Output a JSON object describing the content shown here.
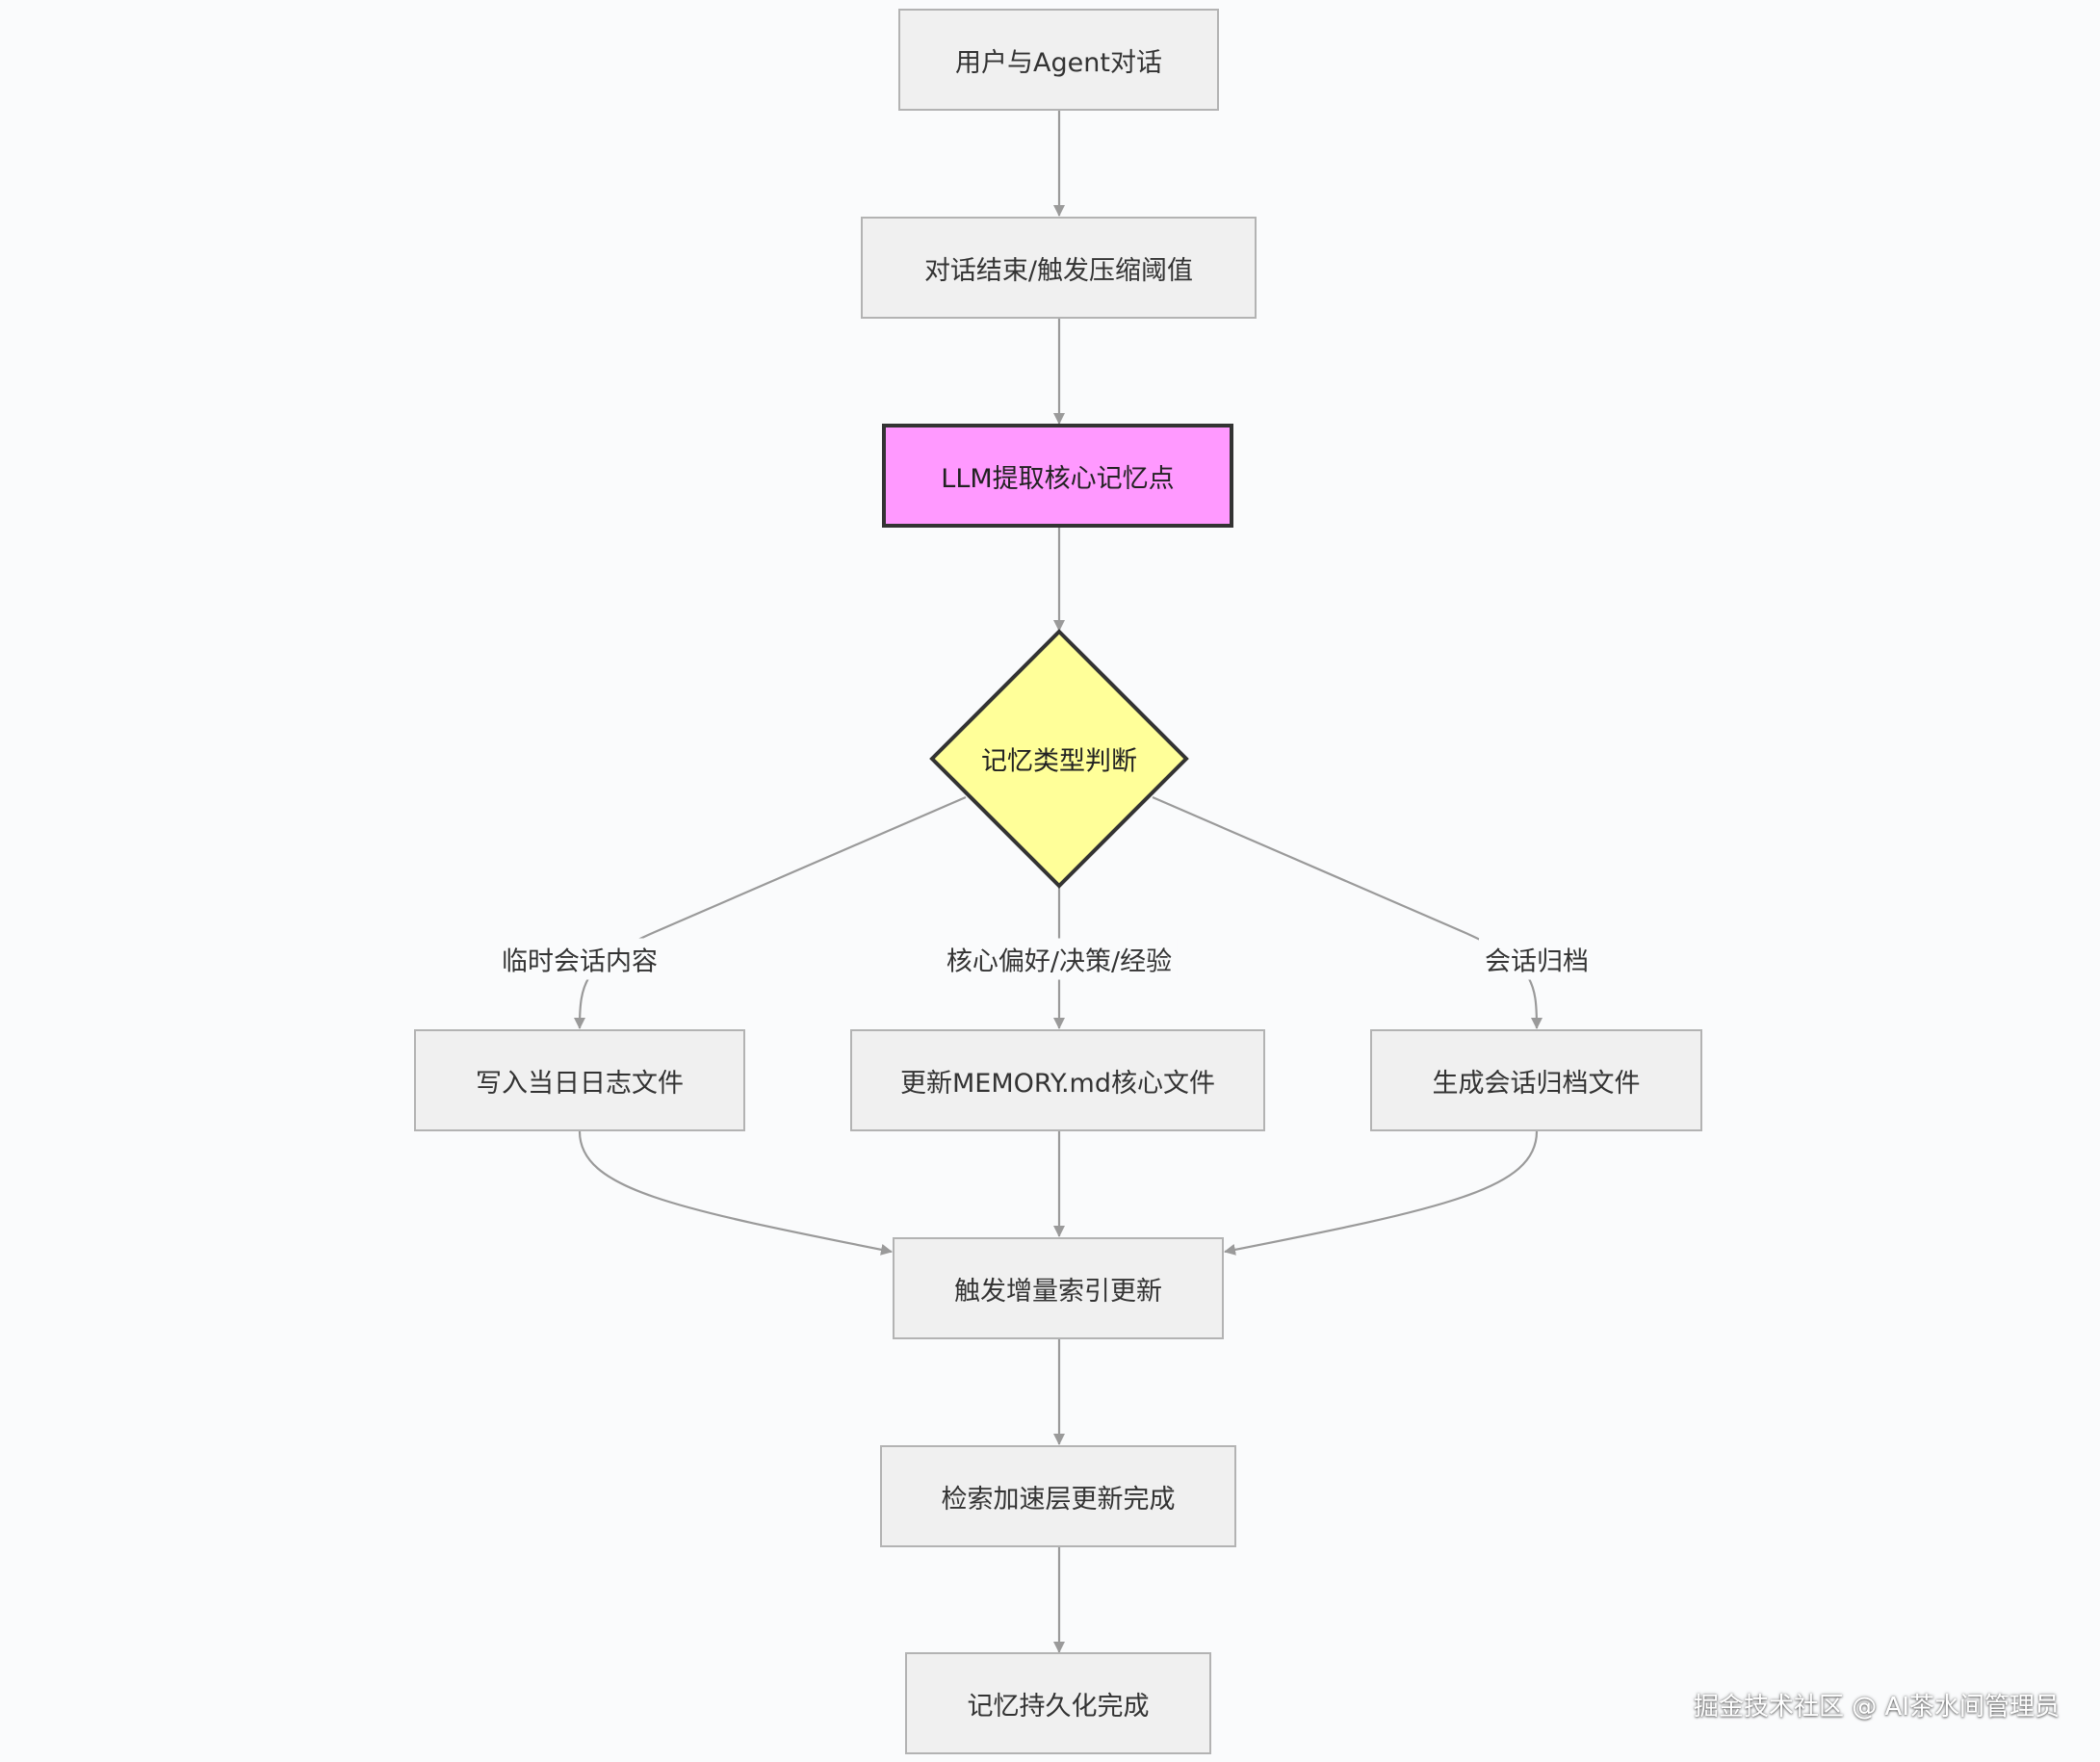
{
  "nodes": {
    "start": "用户与Agent对话",
    "trigger": "对话结束/触发压缩阈值",
    "extract": "LLM提取核心记忆点",
    "decision": "记忆类型判断",
    "daily_log": "写入当日日志文件",
    "memory_md": "更新MEMORY.md核心文件",
    "archive": "生成会话归档文件",
    "index_update": "触发增量索引更新",
    "retrieval": "检索加速层更新完成",
    "done": "记忆持久化完成"
  },
  "edge_labels": {
    "temporary": "临时会话内容",
    "core": "核心偏好/决策/经验",
    "archive": "会话归档"
  },
  "colors": {
    "node_fill": "#f0f0f0",
    "node_border": "#b3b3b3",
    "highlight_fill": "#ff99ff",
    "decision_fill": "#ffff99",
    "edge": "#9a9a9a"
  },
  "watermark": "掘金技术社区 @ AI茶水间管理员"
}
